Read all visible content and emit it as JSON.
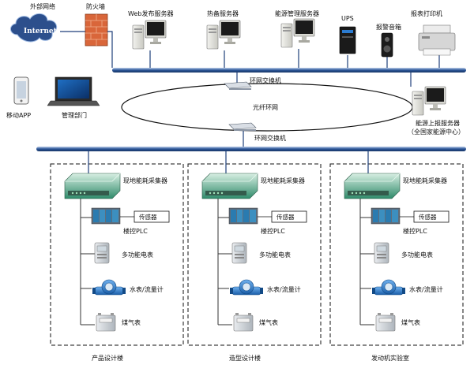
{
  "top": {
    "external_network": "外部网络",
    "internet_cloud": "Internet",
    "firewall": "防火墙",
    "web_server": "Web发布服务器",
    "standby_server": "热备服务器",
    "energy_server": "能源管理服务器",
    "ups": "UPS",
    "alarm_speaker": "报警音箱",
    "report_printer": "报表打印机"
  },
  "middle": {
    "ring_switch_top": "环网交换机",
    "fiber_ring": "光纤环网",
    "ring_switch_bottom": "环网交换机",
    "mobile_app": "移动APP",
    "management_dept": "管理部门",
    "upload_server": "能源上报服务器",
    "upload_server_sub": "（全国家能源中心）"
  },
  "sites": [
    {
      "name": "产品设计楼",
      "collector": "现地能耗采集器",
      "sensor": "传感器",
      "plc": "楼控PLC",
      "power_meter": "多功能电表",
      "water_meter": "水表/流量计",
      "gas_meter": "煤气表"
    },
    {
      "name": "造型设计楼",
      "collector": "现地能耗采集器",
      "sensor": "传感器",
      "plc": "楼控PLC",
      "power_meter": "多功能电表",
      "water_meter": "水表/流量计",
      "gas_meter": "煤气表"
    },
    {
      "name": "发动机实验室",
      "collector": "现地能耗采集器",
      "sensor": "传感器",
      "plc": "楼控PLC",
      "power_meter": "多功能电表",
      "water_meter": "水表/流量计",
      "gas_meter": "煤气表"
    }
  ],
  "colors": {
    "bus": "#1f3f7a",
    "bus_highlight": "#7fa2d6",
    "firewall": "#d9663a",
    "cloud": "#2c4f8c",
    "collector": "#2f8a6a",
    "water_meter": "#2a78c8"
  }
}
